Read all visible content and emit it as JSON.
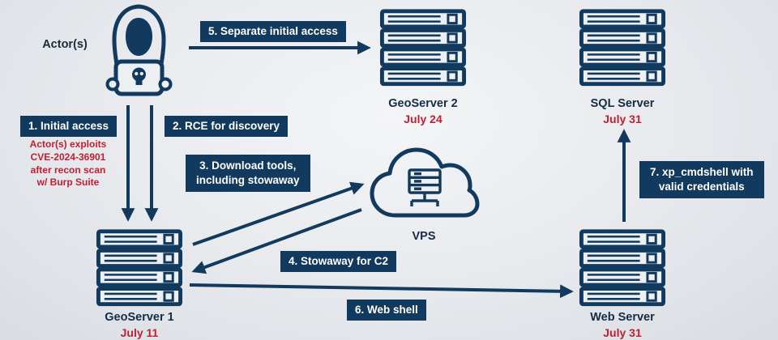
{
  "colors": {
    "navy": "#123a5f",
    "red": "#c11f30"
  },
  "actor": {
    "label": "Actor(s)"
  },
  "steps": {
    "s1": {
      "label": "1. Initial access"
    },
    "s2": {
      "label": "2. RCE for discovery"
    },
    "s3": {
      "line1": "3. Download tools,",
      "line2": "including stowaway"
    },
    "s4": {
      "label": "4. Stowaway for C2"
    },
    "s5": {
      "label": "5. Separate initial access"
    },
    "s6": {
      "label": "6. Web shell"
    },
    "s7": {
      "line1": "7. xp_cmdshell with",
      "line2": "valid credentials"
    }
  },
  "exploit_note": {
    "line1": "Actor(s) exploits",
    "line2": "CVE-2024-36901",
    "line3": "after recon scan",
    "line4": "w/ Burp Suite"
  },
  "nodes": {
    "geoserver2": {
      "label": "GeoServer 2",
      "date": "July 24"
    },
    "sql_server": {
      "label": "SQL Server",
      "date": "July 31"
    },
    "geoserver1": {
      "label": "GeoServer 1",
      "date": "July 11"
    },
    "web_server": {
      "label": "Web Server",
      "date": "July 31"
    },
    "vps": {
      "label": "VPS"
    }
  }
}
